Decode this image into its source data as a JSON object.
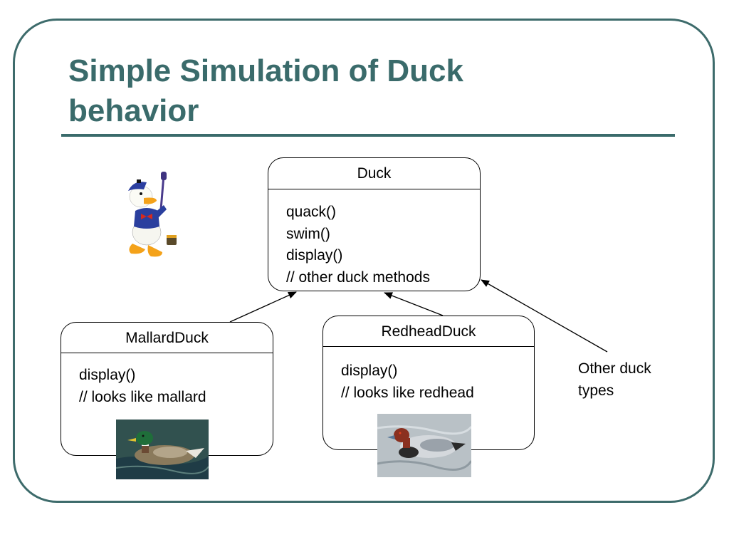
{
  "slide": {
    "title_line1": "Simple Simulation of Duck",
    "title_line2": "behavior"
  },
  "colors": {
    "accent": "#3a6b6b",
    "frame": "#3d6b6b"
  },
  "duck_class": {
    "name": "Duck",
    "methods": [
      "quack()",
      "swim()",
      "display()",
      "// other duck methods"
    ]
  },
  "mallard_class": {
    "name": "MallardDuck",
    "methods": [
      "display()",
      "// looks like mallard"
    ]
  },
  "redhead_class": {
    "name": "RedheadDuck",
    "methods": [
      "display()",
      "// looks like redhead"
    ]
  },
  "other_types": {
    "line1": "Other duck",
    "line2": "types"
  },
  "images": {
    "cartoon": "donald-duck-painter-icon",
    "mallard": "mallard-duck-photo",
    "redhead": "redhead-duck-photo"
  }
}
